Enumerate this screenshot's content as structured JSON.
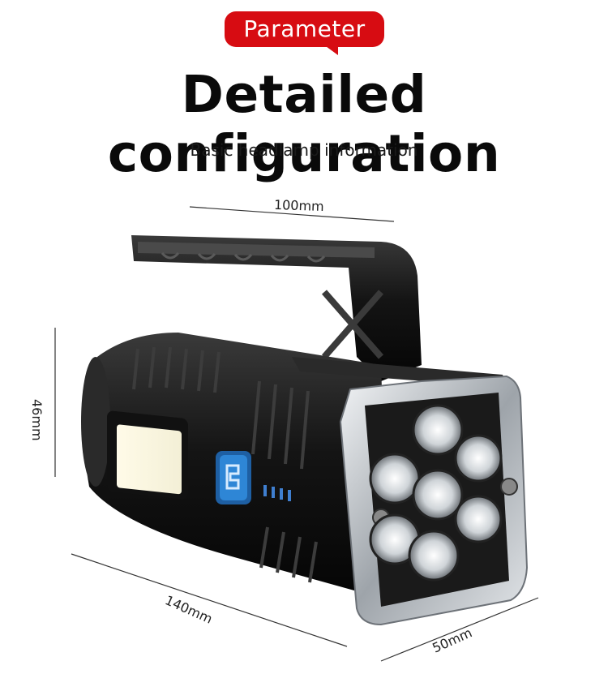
{
  "header": {
    "badge_label": "Parameter",
    "title": "Detailed configuration",
    "subtitle": "Basic headlamp information"
  },
  "dimensions": {
    "width_top": "100mm",
    "height_left": "46mm",
    "length_bottom": "140mm",
    "depth_bottom_right": "50mm"
  },
  "colors": {
    "badge_red": "#d70c12",
    "body_black": "#1b1b1b",
    "chrome": "#c9cdd1",
    "button_blue": "#2e86d6"
  }
}
